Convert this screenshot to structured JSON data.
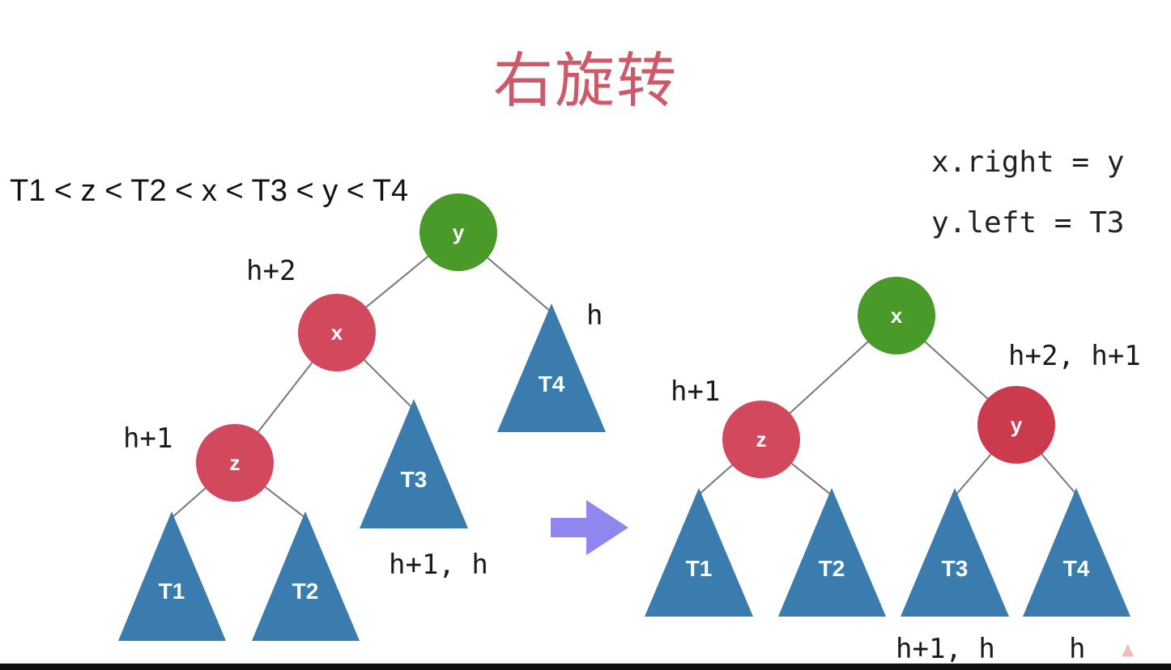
{
  "title": "右旋转",
  "order": "T1 < z < T2 < x < T3 < y < T4",
  "code": {
    "line1": "x.right = y",
    "line2": "y.left = T3"
  },
  "left_tree": {
    "nodes": {
      "y": "y",
      "x": "x",
      "z": "z"
    },
    "subtrees": {
      "t1": "T1",
      "t2": "T2",
      "t3": "T3",
      "t4": "T4"
    },
    "labels": {
      "x_height": "h+2",
      "z_height": "h+1",
      "t4_height": "h",
      "t3_height": "h+1, h"
    }
  },
  "right_tree": {
    "nodes": {
      "x": "x",
      "z": "z",
      "y": "y"
    },
    "subtrees": {
      "t1": "T1",
      "t2": "T2",
      "t3": "T3",
      "t4": "T4"
    },
    "labels": {
      "z_height": "h+1",
      "y_height": "h+2, h+1",
      "t3_height": "h+1, h",
      "t4_height": "h"
    }
  },
  "colors": {
    "root_node": "#4a9a2a",
    "inner_node": "#d2485c",
    "subtree": "#3a7cad",
    "arrow": "#8f86f0",
    "title": "#cc5a68",
    "edge": "#777777"
  },
  "icons": {
    "transition": "right-arrow-icon",
    "watermark": "logo-icon"
  }
}
